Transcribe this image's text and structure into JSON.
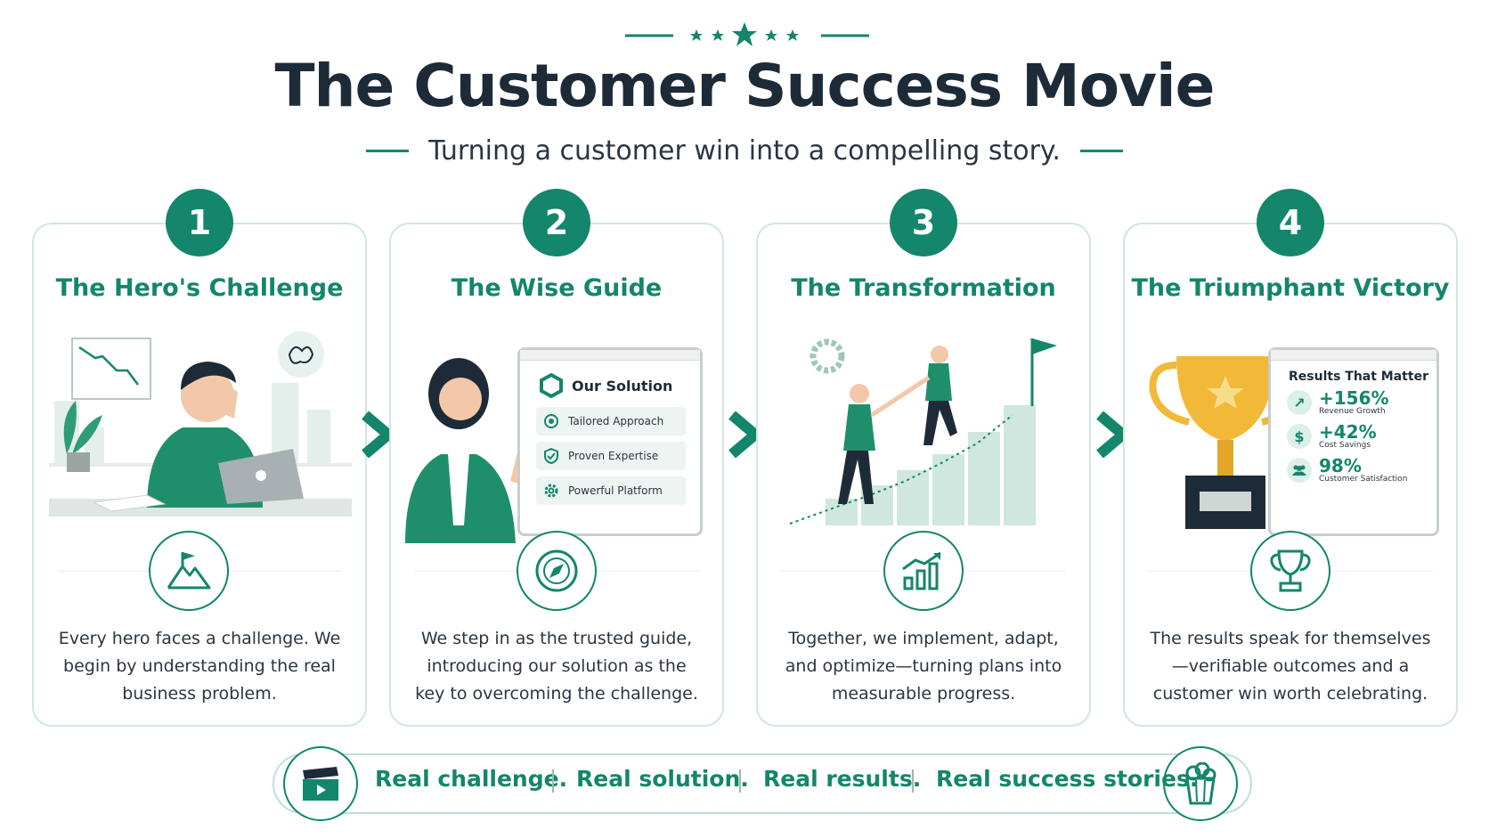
{
  "header": {
    "title": "The Customer Success Movie",
    "subtitle": "Turning a customer win into a compelling story."
  },
  "colors": {
    "accent": "#13866b",
    "dark": "#1d2b38",
    "light": "#cfe7de"
  },
  "steps": [
    {
      "number": "1",
      "title": "The Hero's Challenge",
      "icon": "mountain-flag-icon",
      "description": "Every hero faces a challenge. We begin by understanding the real business problem."
    },
    {
      "number": "2",
      "title": "The Wise Guide",
      "icon": "compass-icon",
      "description": "We step in as the trusted guide, introducing our solution as the key to overcoming the challenge.",
      "panel": {
        "heading": "Our Solution",
        "items": [
          "Tailored Approach",
          "Proven Expertise",
          "Powerful Platform"
        ]
      }
    },
    {
      "number": "3",
      "title": "The Transformation",
      "icon": "growth-chart-icon",
      "description": "Together, we implement, adapt, and optimize—turning plans into measurable progress."
    },
    {
      "number": "4",
      "title": "The Triumphant Victory",
      "icon": "trophy-icon",
      "description": "The results speak for themselves—verifiable outcomes and a customer win worth celebrating.",
      "panel": {
        "heading": "Results That Matter",
        "metrics": [
          {
            "value": "+156%",
            "label": "Revenue Growth"
          },
          {
            "value": "+42%",
            "label": "Cost Savings"
          },
          {
            "value": "98%",
            "label": "Customer Satisfaction"
          }
        ]
      }
    }
  ],
  "footer": {
    "taglines": [
      "Real challenge.",
      "Real solution.",
      "Real results.",
      "Real success stories."
    ],
    "left_icon": "clapperboard-icon",
    "right_icon": "popcorn-icon"
  }
}
